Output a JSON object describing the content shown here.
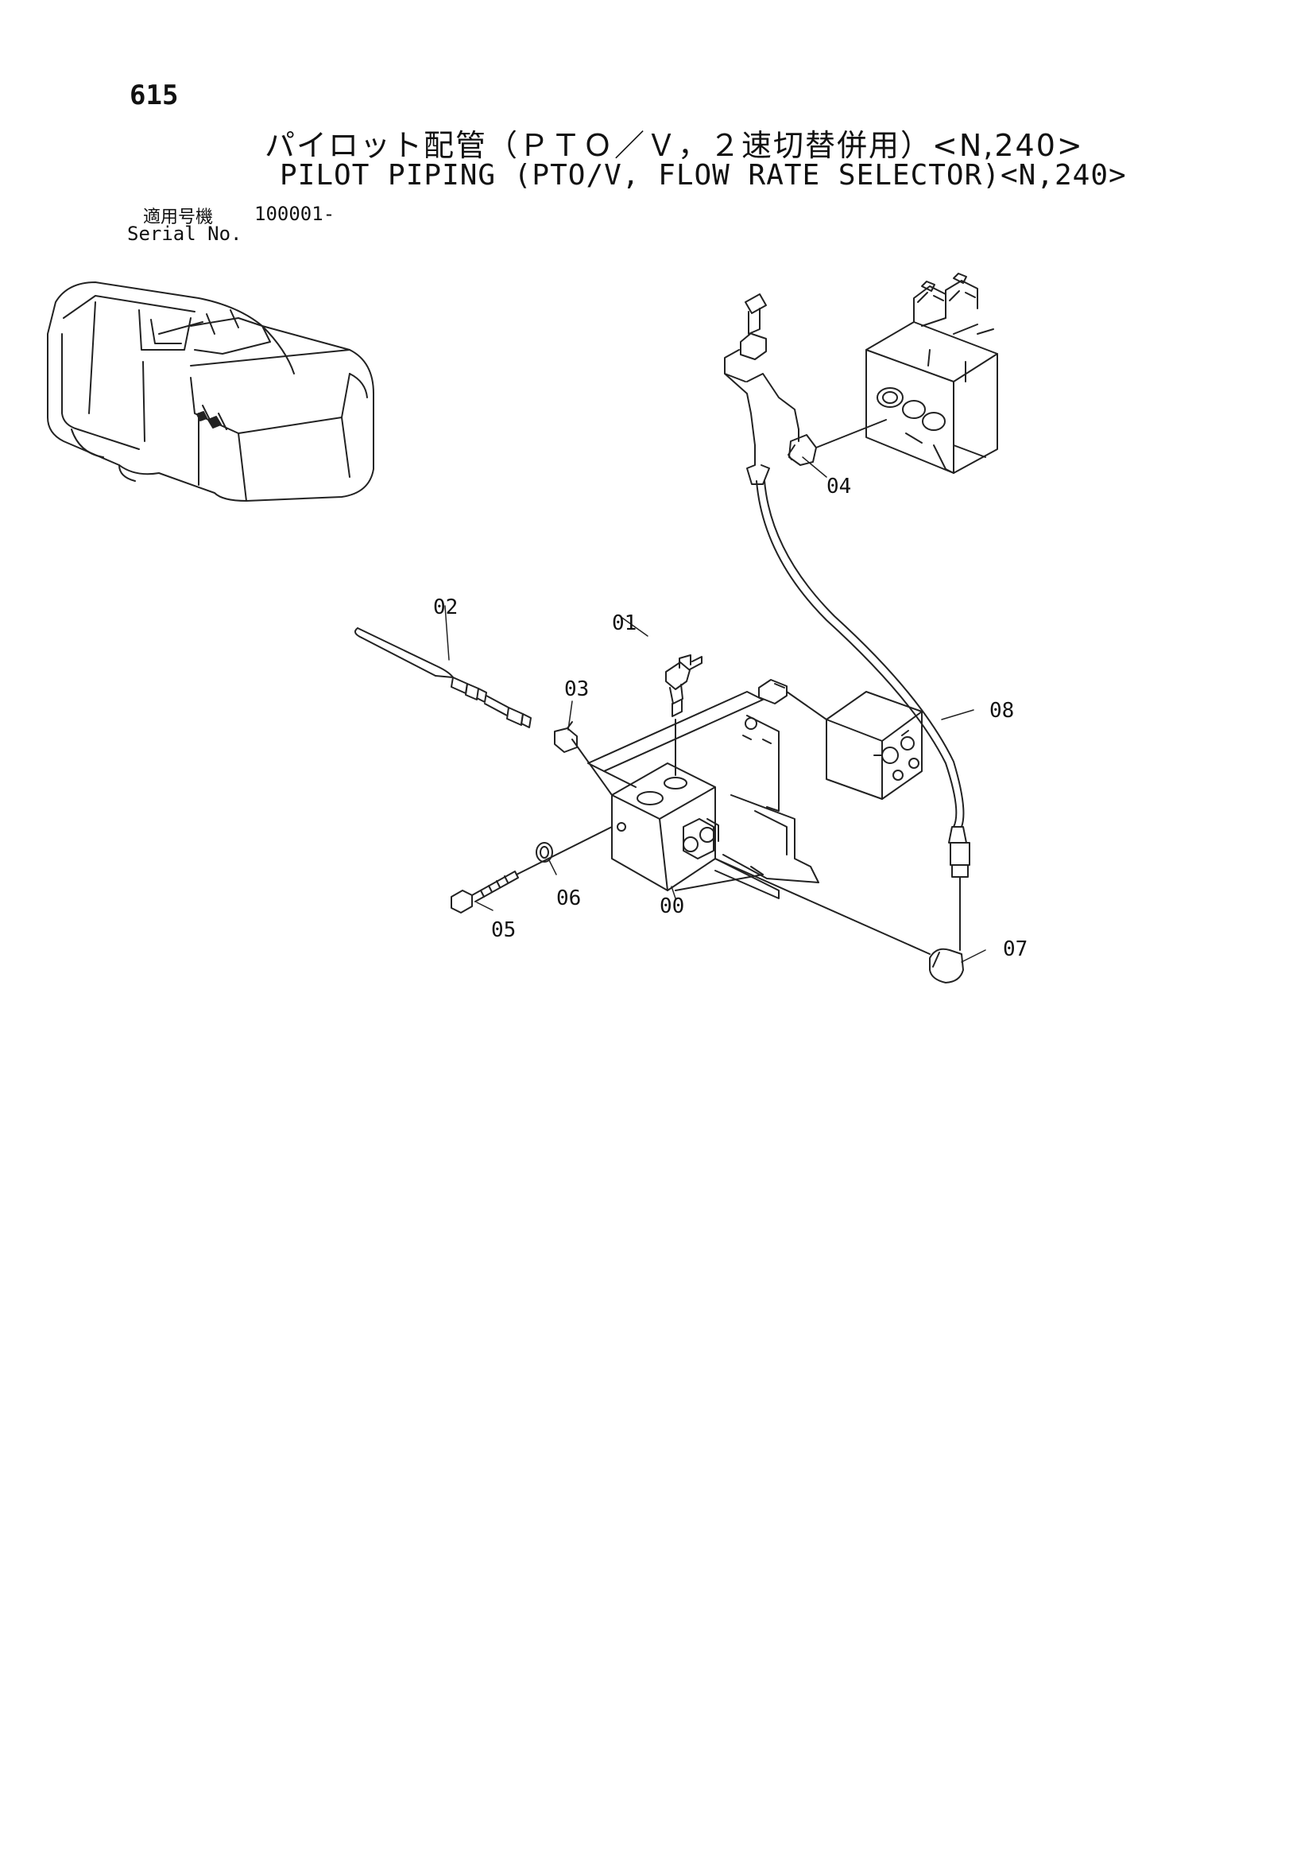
{
  "page_number": "615",
  "title_jp": "パイロット配管（ＰＴＯ／Ｖ，２速切替併用）<N,240>",
  "title_en": "PILOT PIPING (PTO/V, FLOW RATE SELECTOR)<N,240>",
  "serial": {
    "label_jp": "適用号機",
    "label_en": "Serial No.",
    "value": "100001-"
  },
  "parts": [
    "00",
    "01",
    "02",
    "03",
    "04",
    "05",
    "06",
    "07",
    "08"
  ]
}
